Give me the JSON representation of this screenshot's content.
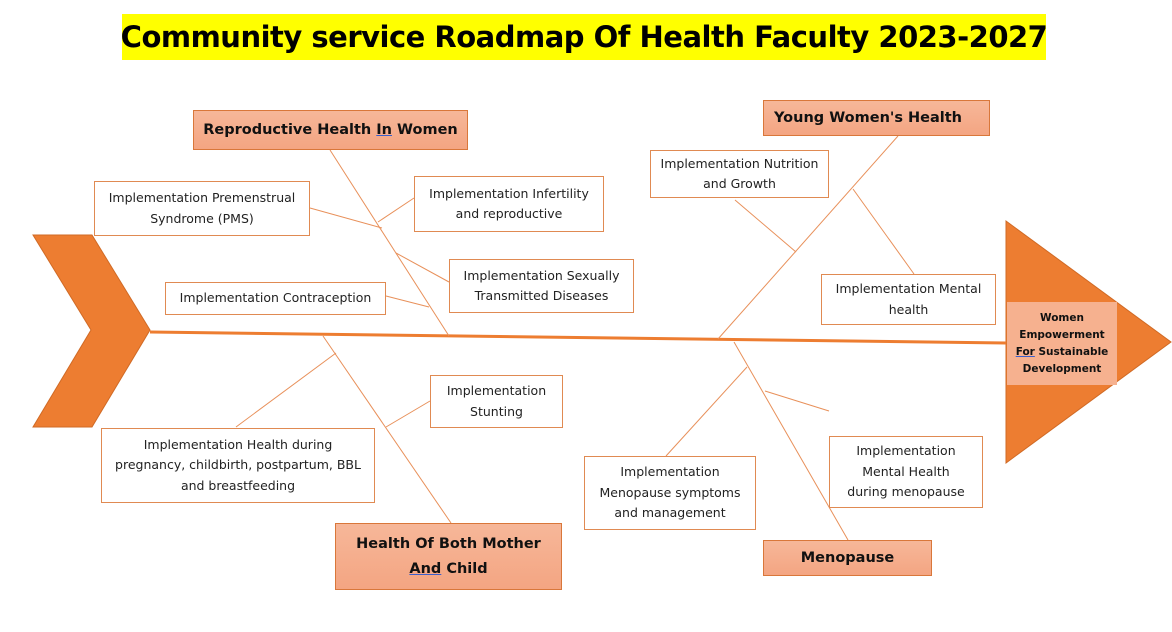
{
  "title": "Community service Roadmap Of Health Faculty 2023-2027",
  "head": {
    "line1": "Women",
    "line2": "Empowerment",
    "line3_u": "For",
    "line3_rest": " Sustainable",
    "line4": "Development"
  },
  "categories": {
    "reproductive": {
      "pre": "Reproductive Health ",
      "u": "In",
      "post": " Women"
    },
    "young": {
      "label": "Young Women's Health"
    },
    "mother_child": {
      "line1": "Health Of Both Mother",
      "u": "And",
      "post": " Child"
    },
    "menopause": {
      "label": "Menopause"
    }
  },
  "items": {
    "pms": "Implementation Premenstrual Syndrome (PMS)",
    "infertility": "Implementation Infertility and reproductive",
    "sti": "Implementation Sexually Transmitted Diseases",
    "contraception": "Implementation Contraception",
    "nutrition": "Implementation Nutrition and Growth",
    "mental": "Implementation Mental health",
    "stunting": "Implementation Stunting",
    "pregnancy": "Implementation Health during pregnancy, childbirth, postpartum, BBL and breastfeeding",
    "meno_symptoms": "Implementation Menopause symptoms and management",
    "meno_mental": "Implementation Mental Health during menopause"
  },
  "colors": {
    "accent": "#ed7d31",
    "line": "#e8905a",
    "title_bg": "#ffff00",
    "box_fill": "#f4a582"
  }
}
